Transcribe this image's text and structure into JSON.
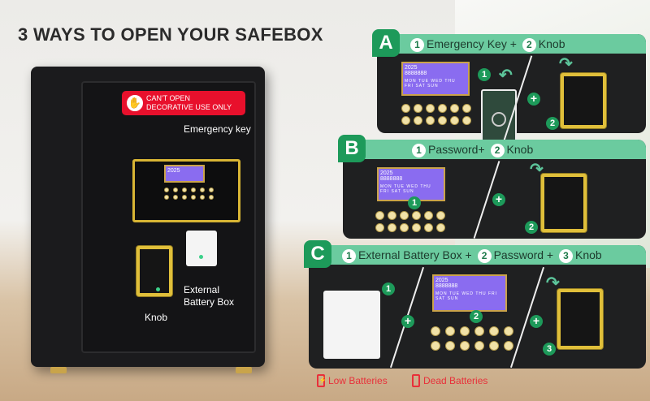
{
  "title": "3 WAYS TO OPEN YOUR SAFEBOX",
  "safe": {
    "warning_line1": "CAN'T OPEN",
    "warning_line2": "DECORATIVE USE ONLY",
    "emergency_key_label": "Emergency key",
    "knob_label": "Knob",
    "battery_label_line1": "External",
    "battery_label_line2": "Battery Box",
    "lcd_year": "2025"
  },
  "lcd": {
    "year": "2025",
    "digits": "8888888",
    "days": "MON TUE WED THU FRI SAT SUN"
  },
  "methods": [
    {
      "letter": "A",
      "steps": [
        {
          "n": "1",
          "label": "Emergency Key +"
        },
        {
          "n": "2",
          "label": "Knob"
        }
      ]
    },
    {
      "letter": "B",
      "steps": [
        {
          "n": "1",
          "label": "Password+"
        },
        {
          "n": "2",
          "label": "Knob"
        }
      ]
    },
    {
      "letter": "C",
      "steps": [
        {
          "n": "1",
          "label": "External Battery Box +"
        },
        {
          "n": "2",
          "label": "Password +"
        },
        {
          "n": "3",
          "label": "Knob"
        }
      ]
    }
  ],
  "legend": [
    {
      "icon": "low-battery-icon",
      "label": "Low Batteries",
      "glyph": "⚡"
    },
    {
      "icon": "dead-battery-icon",
      "label": "Dead Batteries",
      "glyph": ""
    }
  ],
  "colors": {
    "accent_green": "#6bcb9f",
    "badge_green": "#1d9a5a",
    "warning_red": "#e8102c",
    "gold": "#d8b534",
    "lcd_purple": "#8a6cf0"
  },
  "plus": "+"
}
